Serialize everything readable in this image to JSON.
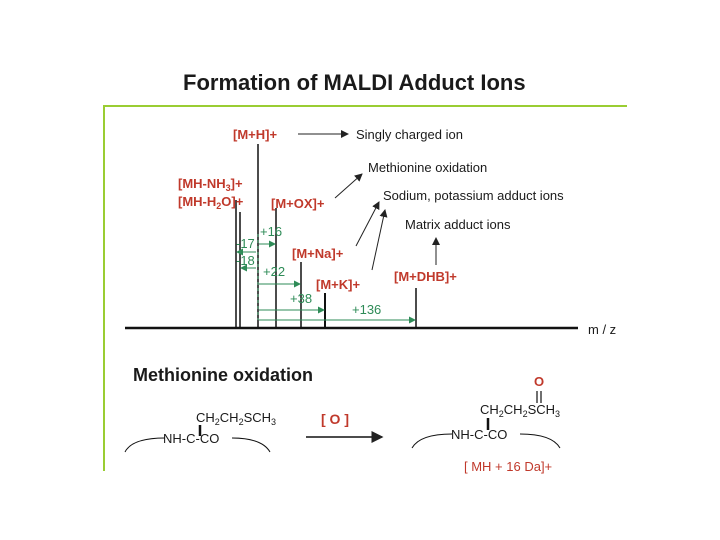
{
  "title": "Formation of MALDI Adduct Ions",
  "colors": {
    "accent": "#9acd32",
    "ion_label": "#c0392b",
    "delta": "#2e8b57",
    "arrow": "#222222",
    "text": "#1a1a1a"
  },
  "spectrum": {
    "axis_label": "m / z",
    "peaks": {
      "mh": "[M+H]+",
      "mh_nh3_a": "[MH-NH",
      "mh_nh3_sub": "3",
      "mh_nh3_b": "]+",
      "mh_h2o_a": "[MH-H",
      "mh_h2o_sub": "2",
      "mh_h2o_b": "O]+",
      "mox": "[M+OX]+",
      "mna": "[M+Na]+",
      "mk": "[M+K]+",
      "mdhb": "[M+DHB]+"
    },
    "deltas": {
      "plus16": "+16",
      "minus17": "-17",
      "minus18": "-18",
      "plus22": "+22",
      "plus38": "+38",
      "plus136": "+136"
    },
    "annotations": {
      "singly_charged": "Singly charged ion",
      "met_oxidation": "Methionine oxidation",
      "na_k_adducts": "Sodium, potassium adduct ions",
      "matrix_adducts": "Matrix adduct ions"
    }
  },
  "reaction": {
    "heading": "Methionine oxidation",
    "reactant_side_a": "CH",
    "reactant_side_sub1": "2",
    "reactant_side_b": "CH",
    "reactant_side_sub2": "2",
    "reactant_side_c": "SCH",
    "reactant_side_sub3": "3",
    "reactant_backbone": "NH-C-CO",
    "oxidant": "[ O ]",
    "product_oxygen": "O",
    "product_side_a": "CH",
    "product_side_sub1": "2",
    "product_side_b": "CH",
    "product_side_sub2": "2",
    "product_side_c": "SCH",
    "product_side_sub3": "3",
    "product_backbone": "NH-C-CO",
    "product_label": "[ MH + 16 Da]+"
  }
}
